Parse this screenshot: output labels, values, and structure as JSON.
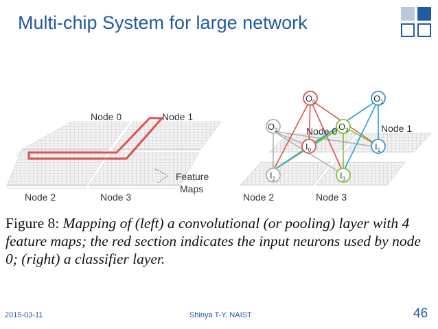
{
  "slide": {
    "title": "Multi-chip System for large network",
    "footer_date": "2015-03-11",
    "footer_author": "Shinya T-Y, NAIST",
    "page_number": "46"
  },
  "figure": {
    "left": {
      "node0": "Node 0",
      "node1": "Node 1",
      "node2": "Node 2",
      "node3": "Node 3",
      "feature_line1": "Feature",
      "feature_line2": "Maps"
    },
    "right": {
      "node0": "Node 0",
      "node1": "Node 1",
      "node2": "Node 2",
      "node3": "Node 3",
      "o0": "O",
      "o0_sub": "0",
      "o1": "O",
      "o1_sub": "1",
      "o2": "O",
      "o2_sub": "2",
      "o3": "O",
      "o3_sub": "3",
      "i0": "I",
      "i0_sub": "0",
      "i1": "I",
      "i1_sub": "1",
      "i2": "I",
      "i2_sub": "2",
      "i3": "I",
      "i3_sub": "3"
    }
  },
  "caption": {
    "label": "Figure 8:",
    "text": " Mapping of (left) a convolutional (or pooling) layer with 4 feature maps; the red section indicates the input neurons used by node 0; (right) a classifier layer."
  },
  "colors": {
    "title": "#1f5aa6",
    "red": "#d9534f",
    "green": "#7cbf3a",
    "blue": "#2a9fd6",
    "gray": "#aaaaaa"
  }
}
